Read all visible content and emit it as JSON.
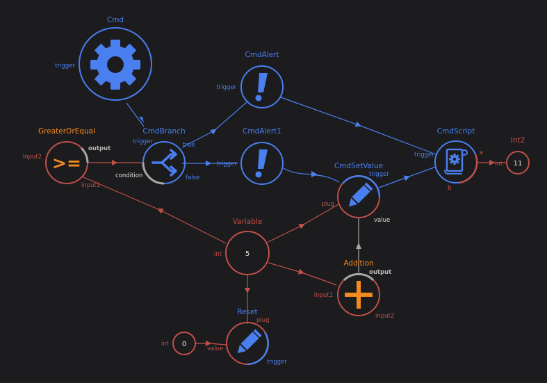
{
  "colors": {
    "background": "#1c1c1e",
    "command": "#4a7ff0",
    "value": "#c0504a",
    "operator": "#f58a1f",
    "neutral": "#a8a8a8"
  },
  "nodes": {
    "cmd": {
      "title": "Cmd",
      "icon": "gear-icon",
      "port_trigger": "trigger"
    },
    "cmd_alert": {
      "title": "CmdAlert",
      "icon": "exclamation-icon",
      "port_trigger": "trigger"
    },
    "cmd_alert1": {
      "title": "CmdAlert1",
      "icon": "exclamation-icon",
      "port_trigger": "trigger"
    },
    "greater_or_equal": {
      "title": "GreaterOrEqual",
      "icon": "greater-or-equal-icon",
      "symbol": ">=",
      "port_input1": "input1",
      "port_input2": "input2",
      "port_output": "output"
    },
    "cmd_branch": {
      "title": "CmdBranch",
      "icon": "branch-icon",
      "port_trigger": "trigger",
      "port_condition": "condition",
      "port_true": "true",
      "port_false": "false"
    },
    "cmd_set_value": {
      "title": "CmdSetValue",
      "icon": "pencil-icon",
      "port_trigger": "trigger",
      "port_plug": "plug",
      "port_value": "value"
    },
    "cmd_script": {
      "title": "CmdScript",
      "icon": "script-icon",
      "port_trigger": "trigger",
      "port_a": "a",
      "port_b": "b"
    },
    "int2": {
      "title": "Int2",
      "value": "11",
      "port_int": "int"
    },
    "variable": {
      "title": "Variable",
      "value": "5",
      "port_int": "int"
    },
    "addition": {
      "title": "Addition",
      "icon": "plus-icon",
      "port_input1": "input1",
      "port_input2": "input2",
      "port_output": "output"
    },
    "reset": {
      "title": "Reset",
      "icon": "pencil-icon",
      "port_plug": "plug",
      "port_value": "value",
      "port_trigger": "trigger"
    },
    "int_const": {
      "value": "0",
      "port_int": "int"
    }
  }
}
